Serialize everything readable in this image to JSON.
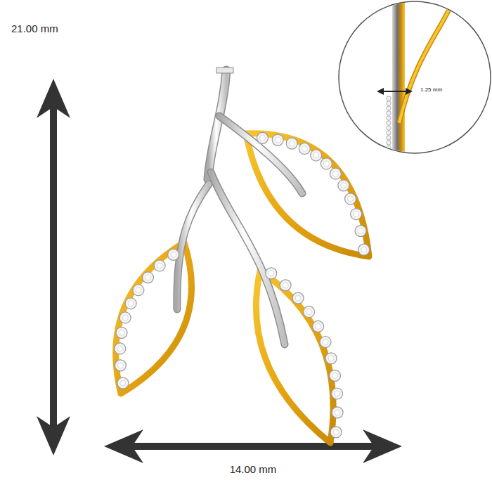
{
  "diagram": {
    "labels": [
      "21.00 mm",
      "1.25 mm",
      "14.00 mm"
    ]
  }
}
